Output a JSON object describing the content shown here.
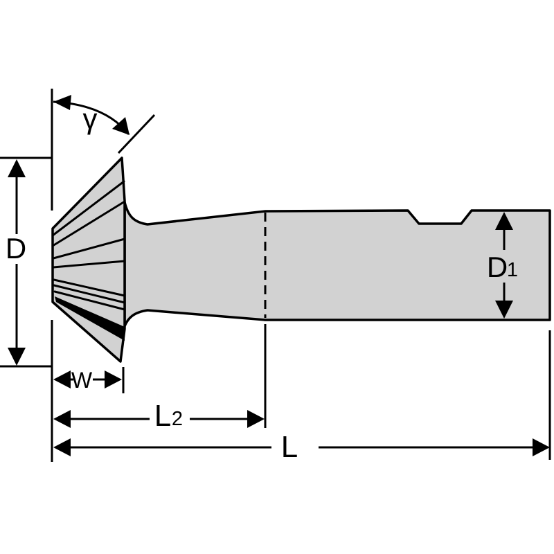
{
  "drawing": {
    "labels": {
      "angle_gamma": "γ",
      "cutter_diameter": "D",
      "shank_diameter_main": "D",
      "shank_diameter_sub": "1",
      "cutter_width": "W",
      "neck_length_main": "L",
      "neck_length_sub": "2",
      "overall_length": "L"
    },
    "colors": {
      "body_fill": "#d2d2d2",
      "line": "#000000",
      "background": "#ffffff",
      "flute_fill": "#000000"
    }
  }
}
